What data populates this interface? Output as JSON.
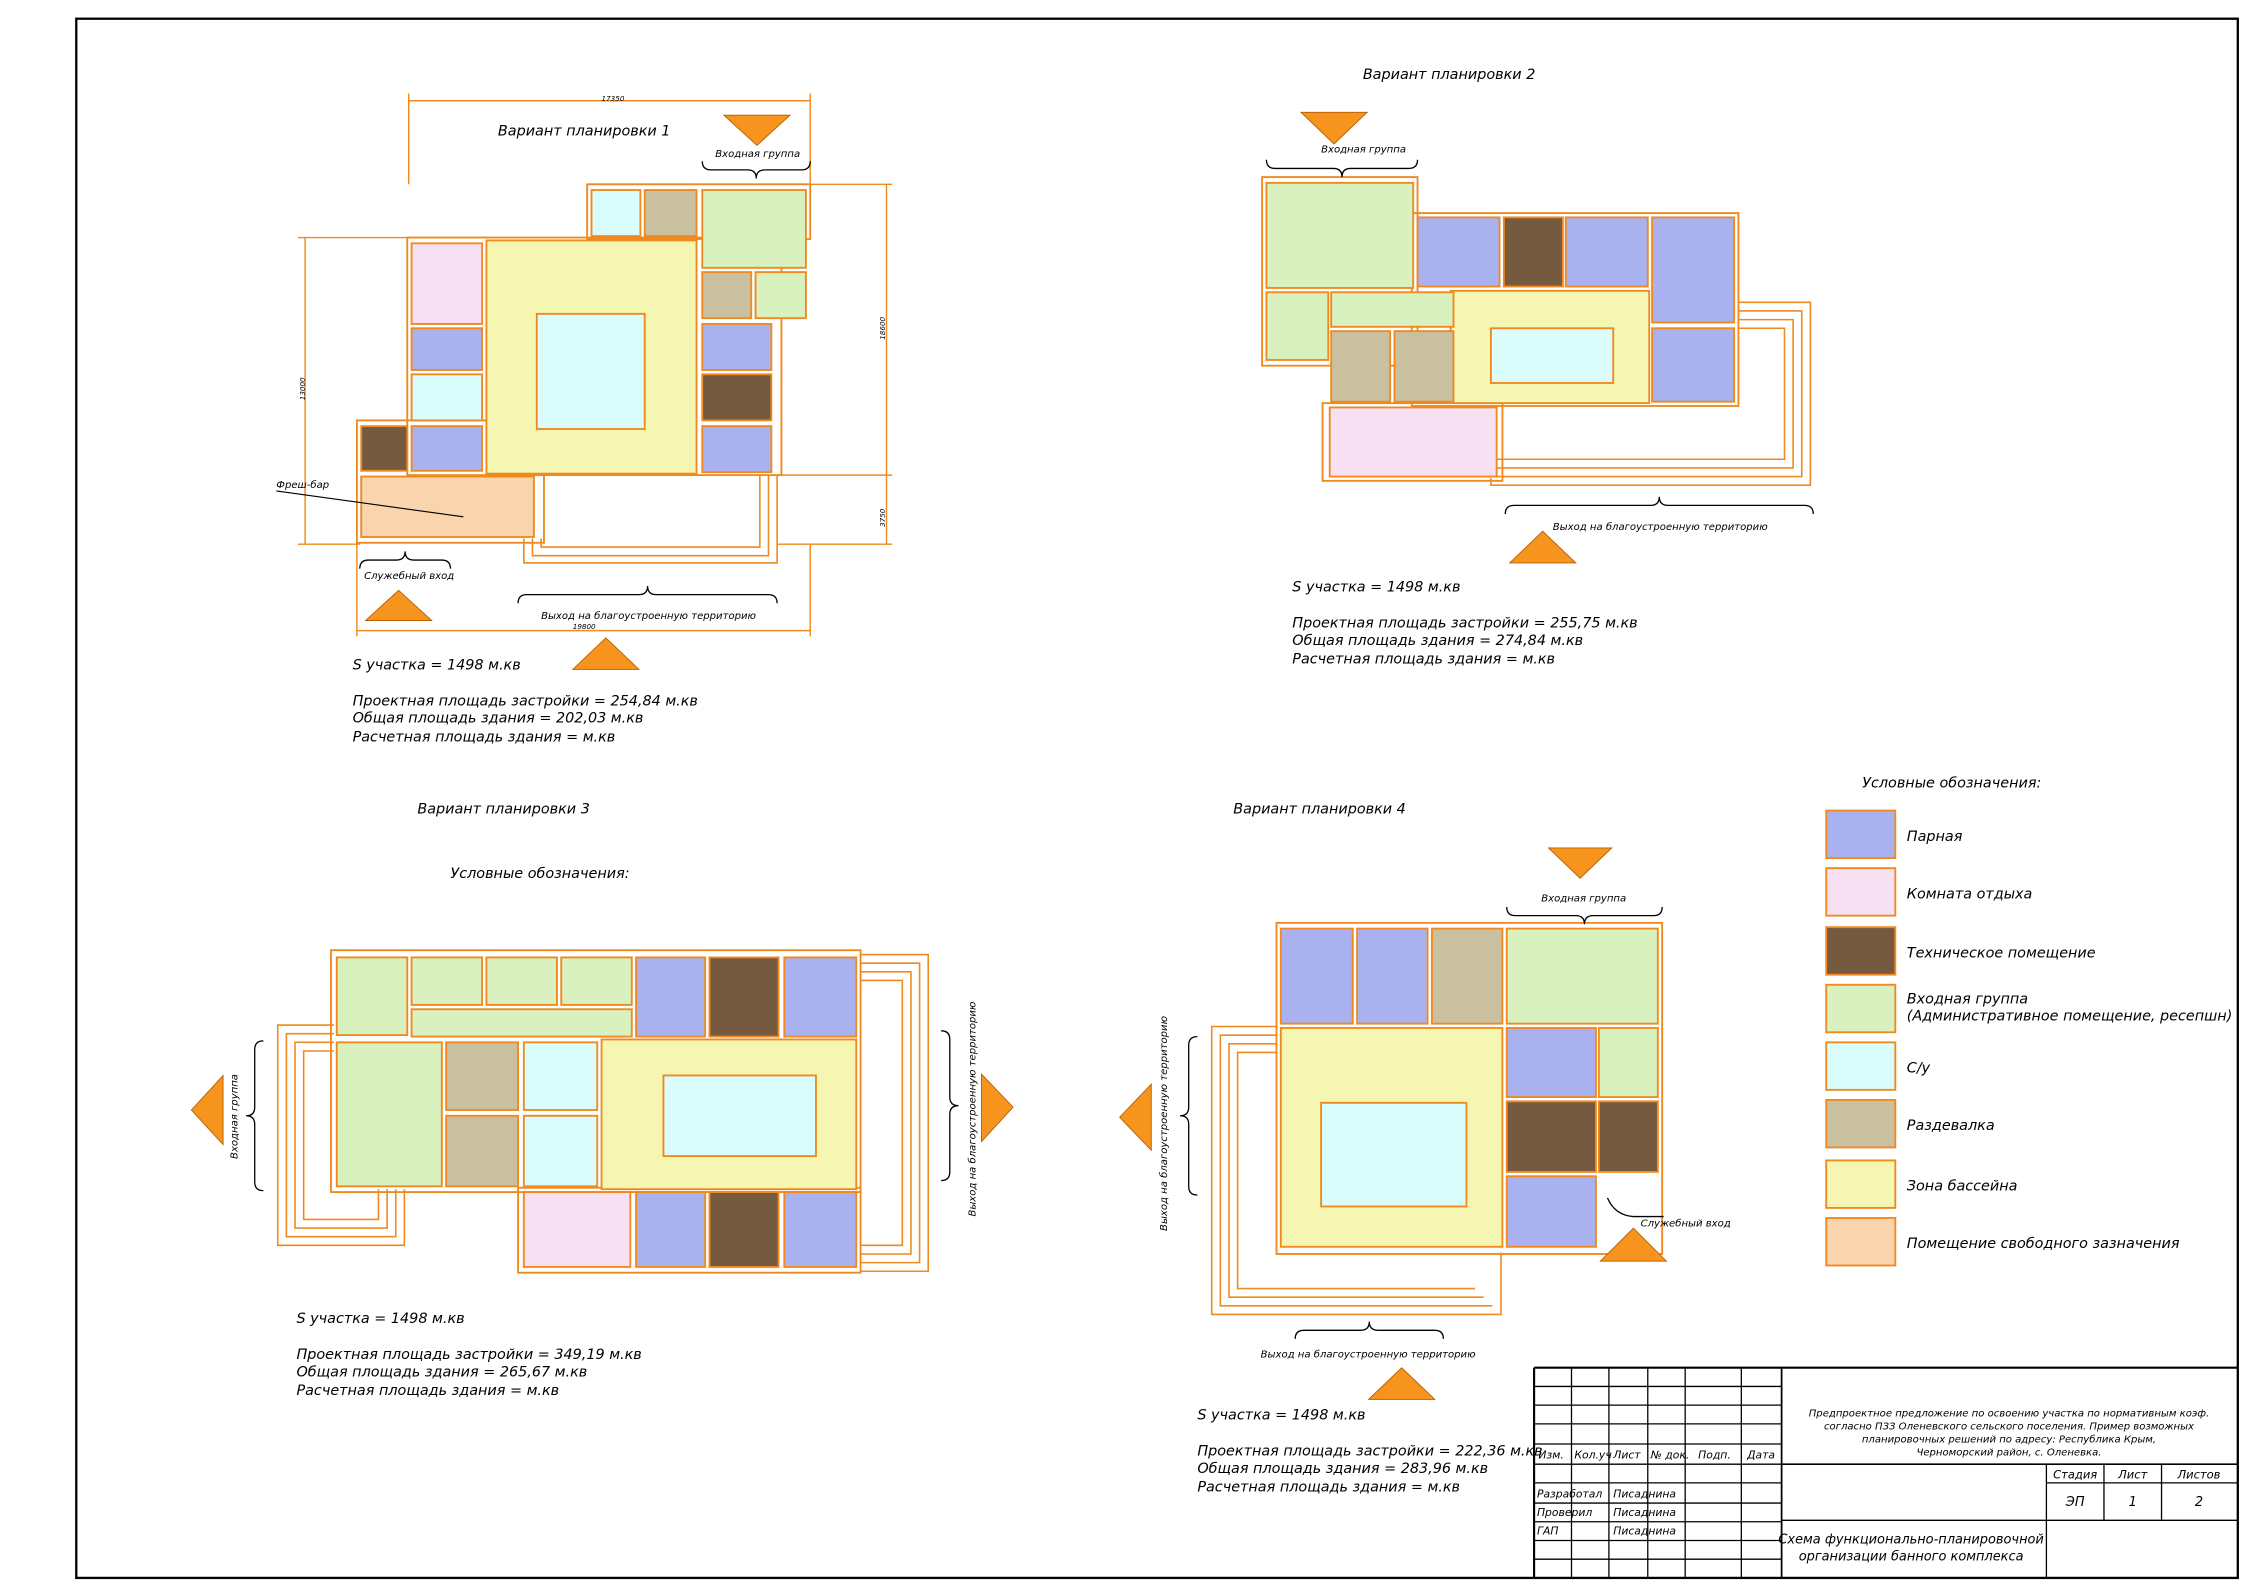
{
  "colors": {
    "parnaya": "#a9b1ef",
    "komnata_otdykha": "#f8e0f3",
    "tekhnicheskoe": "#765a3f",
    "vkhodnaya_gruppa": "#d8f1be",
    "su": "#dafcfb",
    "razdevalka": "#c9c09f",
    "zona_basseyna": "#f5f6b1",
    "svobodnoe": "#fad4ad",
    "outline": "#f08a1e",
    "arrow": "#f7941d"
  },
  "plans": [
    {
      "title": "Вариант планировки 1",
      "labels": {
        "entrance": "Входная группа",
        "service": "Служебный вход",
        "exit": "Выход на благоустроенную территорию",
        "fresh_bar": "Фреш-бар"
      },
      "dims": {
        "top": "17350",
        "bottom": "19800",
        "left": "13000",
        "right1": "18600",
        "right2": "3750"
      },
      "stats": {
        "site": "S участка = 1498 м.кв",
        "footprint": "Проектная площадь застройки = 254,84 м.кв",
        "total": "Общая площадь здания = 202,03 м.кв",
        "calc": "Расчетная площадь здания = м.кв"
      }
    },
    {
      "title": "Вариант планировки 2",
      "labels": {
        "entrance": "Входная группа",
        "exit": "Выход на благоустроенную территорию"
      },
      "stats": {
        "site": "S участка = 1498 м.кв",
        "footprint": "Проектная площадь застройки = 255,75 м.кв",
        "total": "Общая площадь здания = 274,84 м.кв",
        "calc": "Расчетная площадь здания = м.кв"
      }
    },
    {
      "title": "Вариант планировки 3",
      "legend_heading": "Условные обозначения:",
      "labels": {
        "entrance": "Входная группа",
        "exit": "Выход на благоустроенную территорию"
      },
      "stats": {
        "site": "S участка = 1498 м.кв",
        "footprint": "Проектная площадь застройки = 349,19 м.кв",
        "total": "Общая площадь здания = 265,67 м.кв",
        "calc": "Расчетная площадь здания = м.кв"
      }
    },
    {
      "title": "Вариант планировки 4",
      "labels": {
        "entrance": "Входная группа",
        "service": "Служебный вход",
        "exit_left": "Выход на благоустроенную территорию",
        "exit_bottom": "Выход на благоустроенную территорию"
      },
      "stats": {
        "site": "S участка = 1498 м.кв",
        "footprint": "Проектная площадь застройки = 222,36 м.кв",
        "total": "Общая площадь здания = 283,96 м.кв",
        "calc": "Расчетная площадь здания = м.кв"
      }
    }
  ],
  "legend": {
    "heading": "Условные обозначения:",
    "items": [
      {
        "color_key": "parnaya",
        "lines": [
          "Парная"
        ]
      },
      {
        "color_key": "komnata_otdykha",
        "lines": [
          "Комната отдыха"
        ]
      },
      {
        "color_key": "tekhnicheskoe",
        "lines": [
          "Техническое помещение"
        ]
      },
      {
        "color_key": "vkhodnaya_gruppa",
        "lines": [
          "Входная группа",
          "(Административное помещение, ресепшн)"
        ]
      },
      {
        "color_key": "su",
        "lines": [
          "С/у"
        ]
      },
      {
        "color_key": "razdevalka",
        "lines": [
          "Раздевалка"
        ]
      },
      {
        "color_key": "zona_basseyna",
        "lines": [
          "Зона бассейна"
        ]
      },
      {
        "color_key": "svobodnoe",
        "lines": [
          "Помещение свободного зазначения"
        ]
      }
    ]
  },
  "stamp": {
    "header_cols": [
      "Изм.",
      "Кол.уч",
      "Лист",
      "№ док.",
      "Подп.",
      "Дата"
    ],
    "roles": [
      {
        "role": "Разработал",
        "name": "Писаднина"
      },
      {
        "role": "Проверил",
        "name": "Писаднина"
      },
      {
        "role": "ГАП",
        "name": "Писаднина"
      }
    ],
    "project_lines": [
      "Предпроектное предложение по освоению участка по нормативным коэф.",
      "согласно ПЗЗ Оленевского сельского поселения. Пример возможных",
      "планировочных решений по адресу: Республика Крым,",
      "Черноморский район, с. Оленевка."
    ],
    "stage_cols": [
      "Стадия",
      "Лист",
      "Листов"
    ],
    "stage": "ЭП",
    "sheet": "1",
    "sheets": "2",
    "drawing_title": [
      "Схема функционально-планировочной",
      "организации банного комплекса"
    ]
  }
}
